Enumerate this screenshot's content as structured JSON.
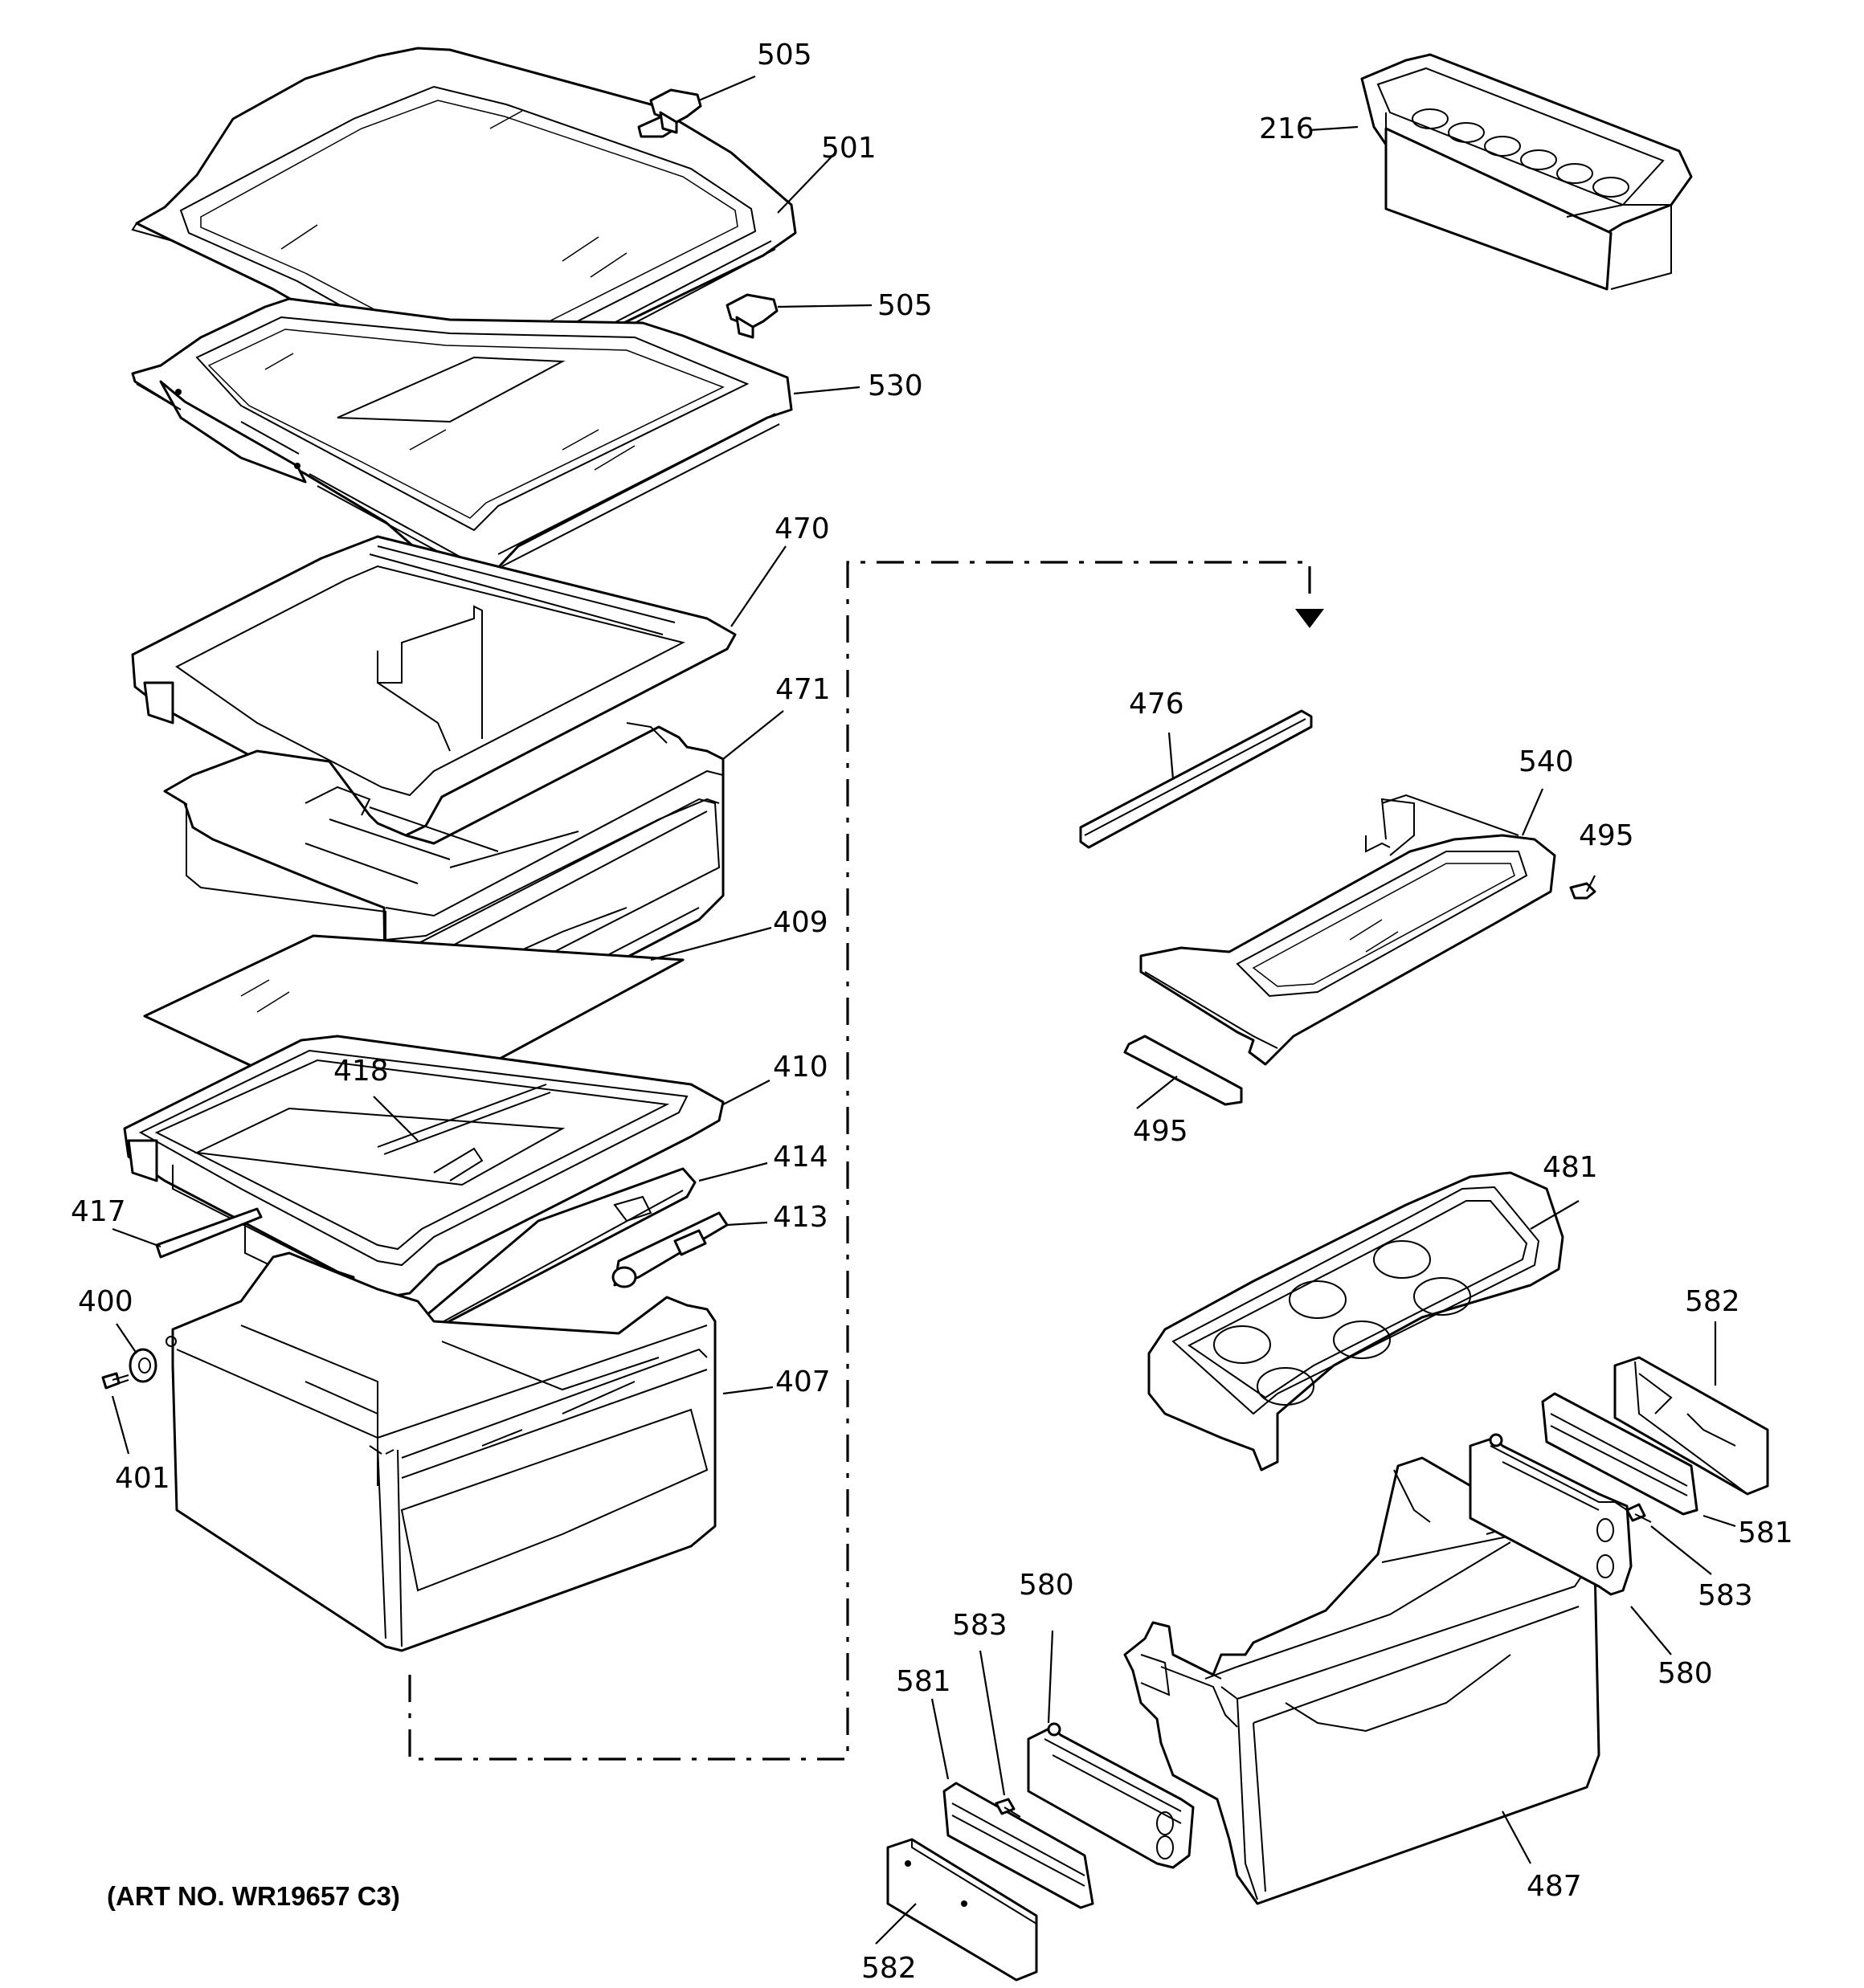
{
  "callouts": {
    "p505a": "505",
    "p501": "501",
    "p505b": "505",
    "p530": "530",
    "p216": "216",
    "p470": "470",
    "p471": "471",
    "p409": "409",
    "p418": "418",
    "p410": "410",
    "p414": "414",
    "p417": "417",
    "p413": "413",
    "p400": "400",
    "p401": "401",
    "p407": "407",
    "p476": "476",
    "p540": "540",
    "p495a": "495",
    "p495b": "495",
    "p481": "481",
    "p582a": "582",
    "p581a": "581",
    "p583a": "583",
    "p580a": "580",
    "p580b": "580",
    "p583b": "583",
    "p581b": "581",
    "p582b": "582",
    "p487": "487"
  },
  "art_number": "(ART NO. WR19657 C3)"
}
